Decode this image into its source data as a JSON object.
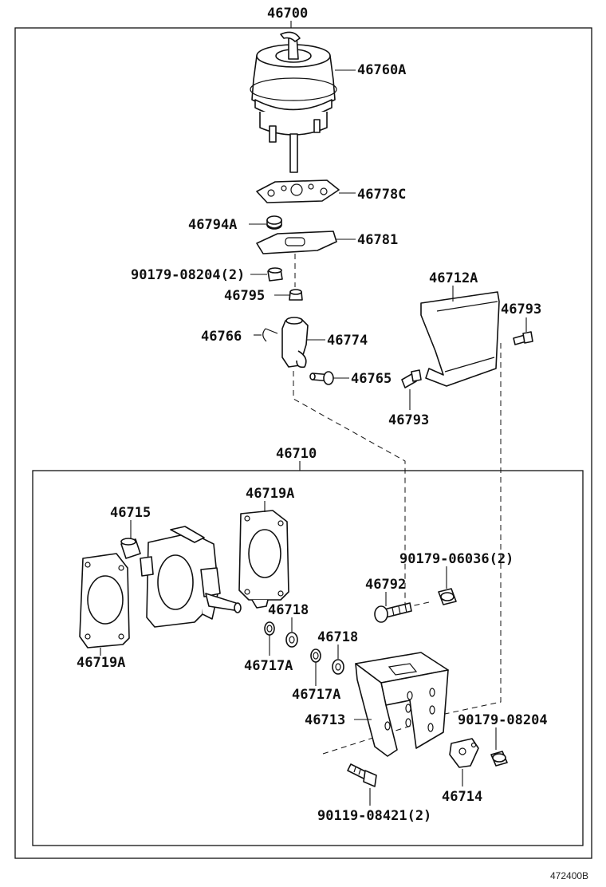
{
  "diagram": {
    "reference": "472400B",
    "labels": {
      "assy": "46700",
      "actuator": "46760A",
      "plate_upper": "46778C",
      "cushion": "46794A",
      "plate_lower": "46781",
      "nut_upper": "90179-08204(2)",
      "collar": "46795",
      "clip": "46766",
      "joint": "46774",
      "pin": "46765",
      "cover": "46712A",
      "bolt_right": "46793",
      "bolt_lower": "46793",
      "sub_assy": "46710",
      "bushing": "46715",
      "gasket_right": "46719A",
      "gasket_left": "46719A",
      "nut_mid": "90179-06036(2)",
      "bolt_mid": "46792",
      "washer_1": "46718",
      "washer_2": "46718",
      "ring_1": "46717A",
      "ring_2": "46717A",
      "bracket": "46713",
      "nut_single": "90179-08204",
      "lever": "46714",
      "bolt_bottom": "90119-08421(2)"
    }
  }
}
